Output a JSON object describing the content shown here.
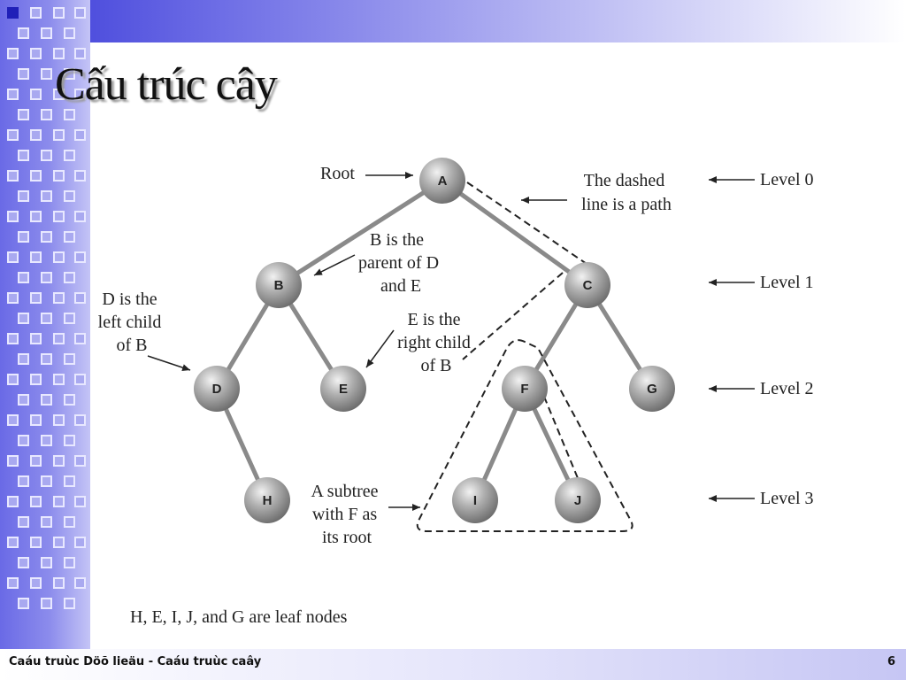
{
  "slide": {
    "title": "Cấu trúc cây",
    "footer": "Caáu truùc Döõ lieäu - Caáu truùc caây",
    "page_number": "6"
  },
  "colors": {
    "accent_blue": "#3a3ad8",
    "node_gray": "#8c8c8c",
    "edge_gray": "#8a8a8a"
  },
  "tree": {
    "nodes": [
      "A",
      "B",
      "C",
      "D",
      "E",
      "F",
      "G",
      "H",
      "I",
      "J"
    ],
    "edges": [
      [
        "A",
        "B"
      ],
      [
        "A",
        "C"
      ],
      [
        "B",
        "D"
      ],
      [
        "B",
        "E"
      ],
      [
        "C",
        "F"
      ],
      [
        "C",
        "G"
      ],
      [
        "D",
        "H"
      ],
      [
        "F",
        "I"
      ],
      [
        "F",
        "J"
      ]
    ]
  },
  "annotations": {
    "root": "Root",
    "path": [
      "The dashed",
      "line is a path"
    ],
    "parent": [
      "B is the",
      "parent of D",
      "and E"
    ],
    "left_child": [
      "D is the",
      "left child",
      "of B"
    ],
    "right_child": [
      "E is the",
      "right child",
      "of B"
    ],
    "subtree": [
      "A subtree",
      "with F as",
      "its root"
    ],
    "leaf_note": "H, E, I, J, and G are leaf nodes"
  },
  "levels": [
    "Level 0",
    "Level 1",
    "Level 2",
    "Level 3"
  ]
}
